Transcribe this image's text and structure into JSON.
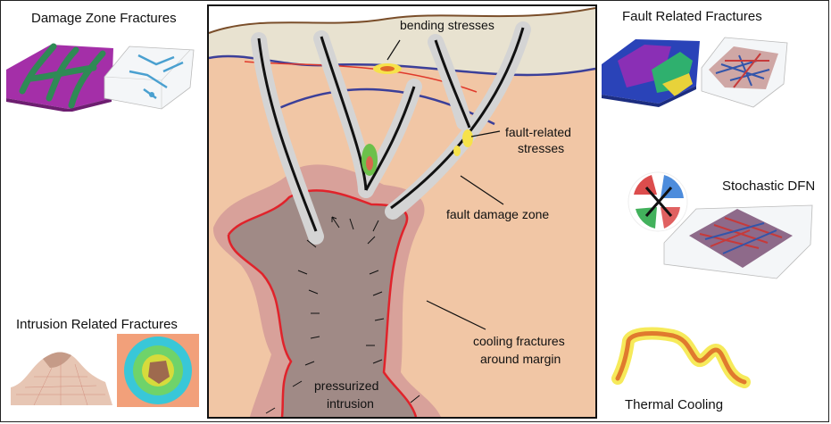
{
  "panels": {
    "damage_zone": {
      "title": "Damage Zone Fractures"
    },
    "intrusion_related": {
      "title": "Intrusion Related Fractures"
    },
    "fault_related": {
      "title": "Fault Related Fractures"
    },
    "stochastic_dfn": {
      "title": "Stochastic DFN"
    },
    "thermal_cooling": {
      "title": "Thermal Cooling"
    }
  },
  "diagram": {
    "labels": {
      "bending_stresses": "bending stresses",
      "fault_related_stresses_1": "fault-related",
      "fault_related_stresses_2": "stresses",
      "fault_damage_zone": "fault damage zone",
      "cooling_fractures_1": "cooling fractures",
      "cooling_fractures_2": "around margin",
      "pressurized_1": "pressurized",
      "pressurized_2": "intrusion"
    },
    "colors": {
      "host_rock": "#f1c6a5",
      "surface_layer": "#e8e2d0",
      "surface_line": "#7a4e2a",
      "horizon_blue": "#3b3f99",
      "horizon_red": "#e0392b",
      "intrusion_fill": "#a08a86",
      "intrusion_halo": "#d39a98",
      "intrusion_margin": "#e0232b",
      "damage_zone": "#d4d4d4"
    }
  }
}
